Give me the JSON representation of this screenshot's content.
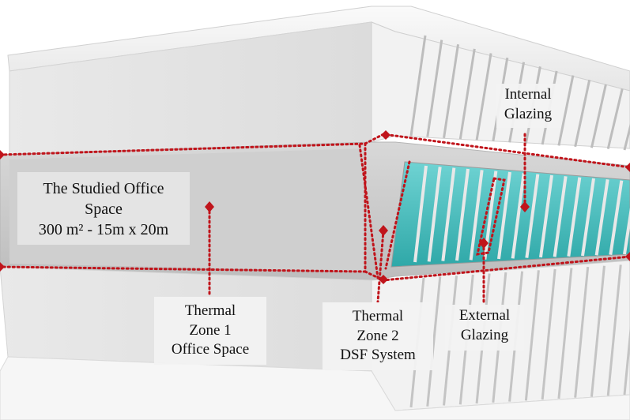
{
  "labels": {
    "studied_office": [
      "The Studied Office",
      "Space",
      "300 m² - 15m x 20m"
    ],
    "thermal_zone_1": [
      "Thermal",
      "Zone 1",
      "Office Space"
    ],
    "thermal_zone_2": [
      "Thermal",
      "Zone 2",
      "DSF System"
    ],
    "external_glazing": [
      "External",
      "Glazing"
    ],
    "internal_glazing": [
      "Internal",
      "Glazing"
    ]
  },
  "colors": {
    "annotation_red": "#c0141b",
    "glass_teal": "#4fc3c3",
    "building_white": "#f4f4f4",
    "slab_grey": "#bfbfbf"
  }
}
